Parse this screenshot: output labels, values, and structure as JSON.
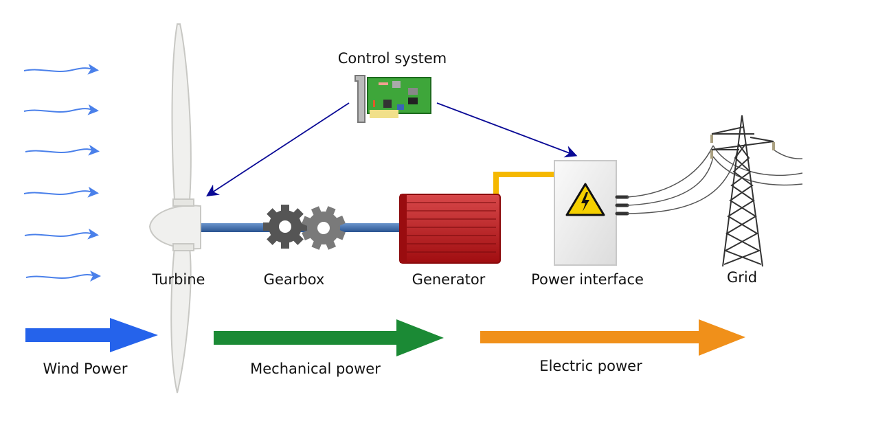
{
  "labels": {
    "control_system": "Control system",
    "turbine": "Turbine",
    "gearbox": "Gearbox",
    "generator": "Generator",
    "power_interface": "Power interface",
    "grid": "Grid",
    "wind_power": "Wind Power",
    "mechanical_power": "Mechanical power",
    "electric_power": "Electric power"
  },
  "colors": {
    "wind": "#4a80ea",
    "wind_power_arrow": "#2563eb",
    "mechanical_power_arrow": "#1b8a35",
    "electric_power_arrow": "#f0901a",
    "control_arrows": "#0a0a96",
    "shaft": "#3a6aa8",
    "generator": "#c0161a",
    "cable": "#f5b800"
  },
  "icons": [
    "wind-icon",
    "turbine-icon",
    "gear-icon",
    "generator-icon",
    "warning-icon",
    "circuit-board-icon",
    "power-tower-icon"
  ]
}
